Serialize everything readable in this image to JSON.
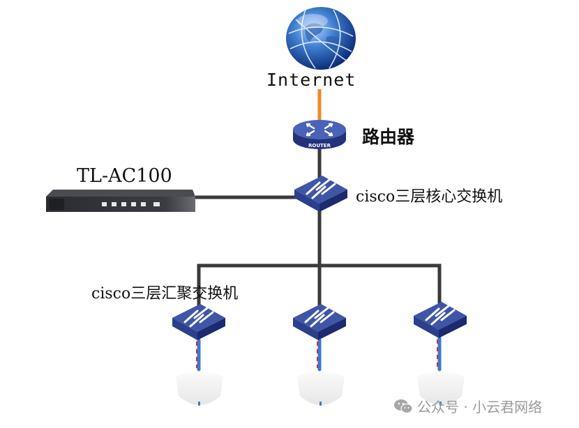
{
  "diagram": {
    "title": "AC + AP wireless network topology",
    "nodes": {
      "internet": {
        "label": "Internet",
        "icon": "globe-icon"
      },
      "router": {
        "label": "路由器",
        "badge": "ROUTER",
        "icon": "router-icon"
      },
      "ac_controller": {
        "label": "TL-AC100",
        "icon": "ac-controller-icon"
      },
      "core_switch": {
        "label": "cisco三层核心交换机",
        "icon": "switch-icon"
      },
      "aggregation_switches": {
        "label": "cisco三层汇聚交换机",
        "items": [
          {
            "id": "agg-switch-1",
            "icon": "switch-icon"
          },
          {
            "id": "agg-switch-2",
            "icon": "switch-icon"
          },
          {
            "id": "agg-switch-3",
            "icon": "switch-icon"
          }
        ]
      },
      "access_points": [
        {
          "id": "ap-1",
          "icon": "access-point-icon"
        },
        {
          "id": "ap-2",
          "icon": "access-point-icon"
        },
        {
          "id": "ap-3",
          "icon": "access-point-icon"
        }
      ]
    },
    "links": [
      {
        "from": "internet",
        "to": "router",
        "color": "#f08a24",
        "style": "solid"
      },
      {
        "from": "router",
        "to": "core_switch",
        "color": "#3a3a3a",
        "style": "solid"
      },
      {
        "from": "ac_controller",
        "to": "core_switch",
        "color": "#3a3a3a",
        "style": "solid"
      },
      {
        "from": "core_switch",
        "to": "agg-switch-1",
        "color": "#3a3a3a",
        "style": "solid"
      },
      {
        "from": "core_switch",
        "to": "agg-switch-2",
        "color": "#3a3a3a",
        "style": "solid"
      },
      {
        "from": "core_switch",
        "to": "agg-switch-3",
        "color": "#3a3a3a",
        "style": "solid"
      },
      {
        "from": "agg-switch-1",
        "to": "ap-1",
        "color": "#3a78d6",
        "accent": "#d62a2a",
        "style": "poe"
      },
      {
        "from": "agg-switch-2",
        "to": "ap-2",
        "color": "#3a78d6",
        "accent": "#d62a2a",
        "style": "poe"
      },
      {
        "from": "agg-switch-3",
        "to": "ap-3",
        "color": "#3a78d6",
        "accent": "#d62a2a",
        "style": "poe"
      }
    ]
  },
  "colors": {
    "switch_top": "#3f55a8",
    "switch_side": "#22337a",
    "wire_dark": "#3a3a3a",
    "wire_orange": "#f08a24",
    "poe_blue": "#3a78d6",
    "poe_red": "#d62a2a"
  },
  "watermark": {
    "icon": "wechat-icon",
    "text": "公众号 · 小云君网络"
  }
}
